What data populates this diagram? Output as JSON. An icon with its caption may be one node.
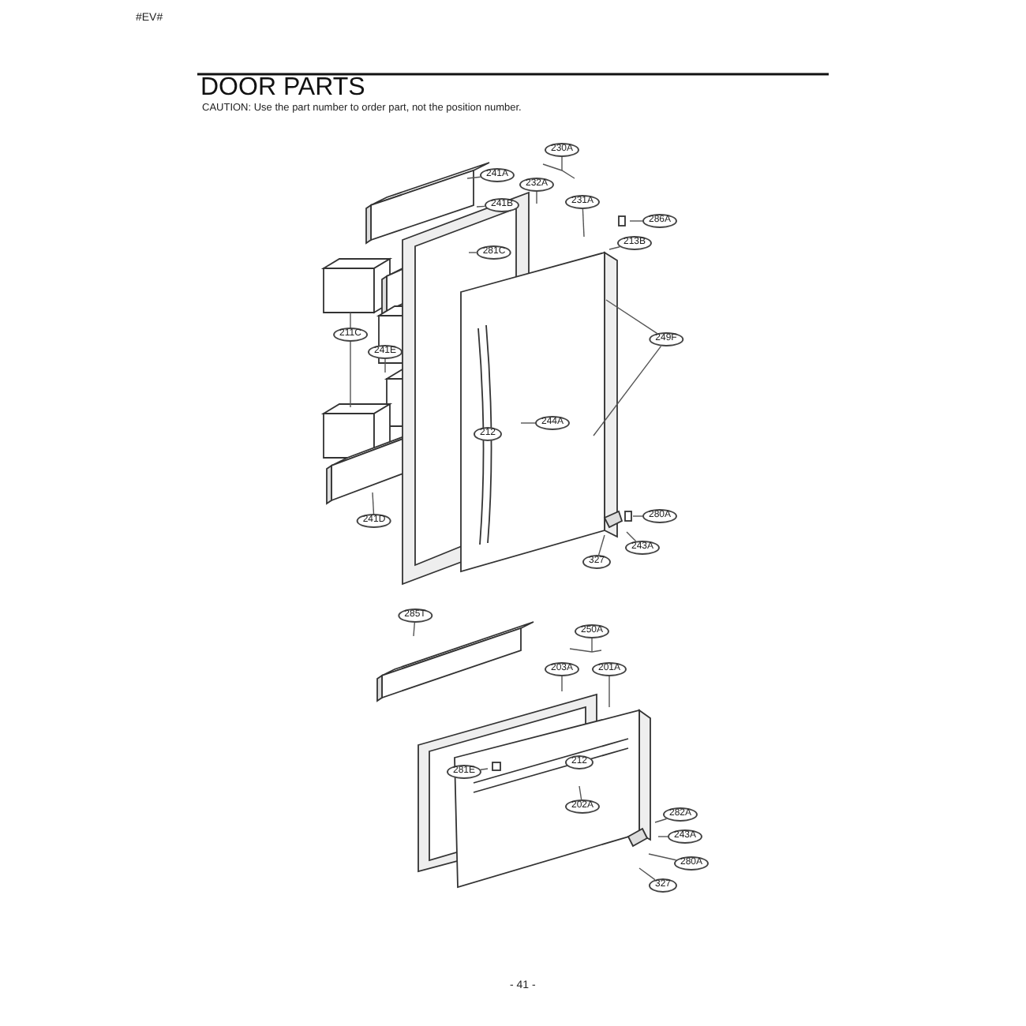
{
  "diagram": {
    "title": "DOOR PARTS",
    "nodes": [
      {
        "text": [
          "230A"
        ]
      },
      {
        "text": [
          "241A"
        ]
      },
      {
        "text": [
          "232A"
        ]
      },
      {
        "text": [
          "231A"
        ]
      },
      {
        "text": [
          "241B"
        ]
      },
      {
        "text": [
          "286A"
        ]
      },
      {
        "text": [
          "213B"
        ]
      },
      {
        "text": [
          "281C"
        ]
      },
      {
        "text": [
          "211C"
        ]
      },
      {
        "text": [
          "249F"
        ]
      },
      {
        "text": [
          "241E"
        ]
      },
      {
        "text": [
          "244A"
        ]
      },
      {
        "text": [
          "212"
        ]
      },
      {
        "text": [
          "241D"
        ]
      },
      {
        "text": [
          "280A"
        ]
      },
      {
        "text": [
          "243A"
        ]
      },
      {
        "text": [
          "327"
        ]
      },
      {
        "text": [
          "285T"
        ]
      },
      {
        "text": [
          "250A"
        ]
      },
      {
        "text": [
          "203A"
        ]
      },
      {
        "text": [
          "201A"
        ]
      },
      {
        "text": [
          "212"
        ]
      },
      {
        "text": [
          "281E"
        ]
      },
      {
        "text": [
          "202A"
        ]
      },
      {
        "text": [
          "282A"
        ]
      },
      {
        "text": [
          "243A"
        ]
      },
      {
        "text": [
          "280A"
        ]
      },
      {
        "text": [
          "327"
        ]
      }
    ],
    "edges": [
      {
        "from": 0,
        "to": null,
        "arrow": "none"
      },
      {
        "from": 1,
        "to": null,
        "arrow": "none"
      },
      {
        "from": 2,
        "to": null,
        "arrow": "none"
      },
      {
        "from": 3,
        "to": null,
        "arrow": "none"
      },
      {
        "from": 4,
        "to": null,
        "arrow": "none"
      },
      {
        "from": 5,
        "to": null,
        "arrow": "none"
      },
      {
        "from": 6,
        "to": null,
        "arrow": "none"
      },
      {
        "from": 7,
        "to": null,
        "arrow": "none"
      },
      {
        "from": 8,
        "to": null,
        "arrow": "none"
      },
      {
        "from": 8,
        "to": null,
        "arrow": "none"
      },
      {
        "from": 9,
        "to": null,
        "arrow": "none"
      },
      {
        "from": 9,
        "to": null,
        "arrow": "none"
      },
      {
        "from": 10,
        "to": null,
        "arrow": "none"
      },
      {
        "from": 11,
        "to": null,
        "arrow": "none"
      },
      {
        "from": 13,
        "to": null,
        "arrow": "none"
      },
      {
        "from": 14,
        "to": null,
        "arrow": "none"
      },
      {
        "from": 15,
        "to": null,
        "arrow": "none"
      },
      {
        "from": 16,
        "to": null,
        "arrow": "none"
      },
      {
        "from": 17,
        "to": null,
        "arrow": "none"
      },
      {
        "from": 18,
        "to": null,
        "arrow": "none"
      },
      {
        "from": 19,
        "to": null,
        "arrow": "none"
      },
      {
        "from": 20,
        "to": null,
        "arrow": "none"
      },
      {
        "from": 22,
        "to": null,
        "arrow": "none"
      },
      {
        "from": 23,
        "to": null,
        "arrow": "none"
      },
      {
        "from": 24,
        "to": null,
        "arrow": "none"
      },
      {
        "from": 25,
        "to": null,
        "arrow": "none"
      },
      {
        "from": 26,
        "to": null,
        "arrow": "none"
      },
      {
        "from": 27,
        "to": null,
        "arrow": "none"
      }
    ],
    "labels": [
      "#EV#",
      "CAUTION: Use the part number to order part, not the position number.",
      "- 41 -"
    ]
  }
}
